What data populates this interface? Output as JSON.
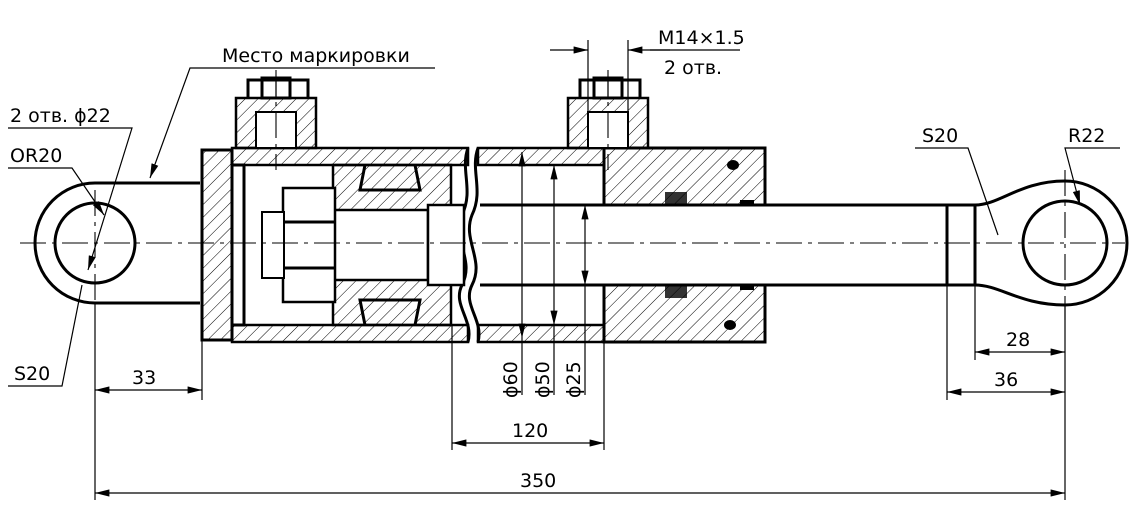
{
  "drawing": {
    "labels": {
      "marking_place": "Место маркировки",
      "holes_d22": "2 отв. ϕ22",
      "or20": "OR20",
      "s20_left": "S20",
      "port_thread": "M14×1.5",
      "port_count": "2 отв.",
      "s20_right": "S20",
      "r22": "R22"
    },
    "dimensions": {
      "d33": "33",
      "d120": "120",
      "d350": "350",
      "d28": "28",
      "d36": "36",
      "phi60": "ϕ60",
      "phi50": "ϕ50",
      "phi25": "ϕ25"
    }
  }
}
